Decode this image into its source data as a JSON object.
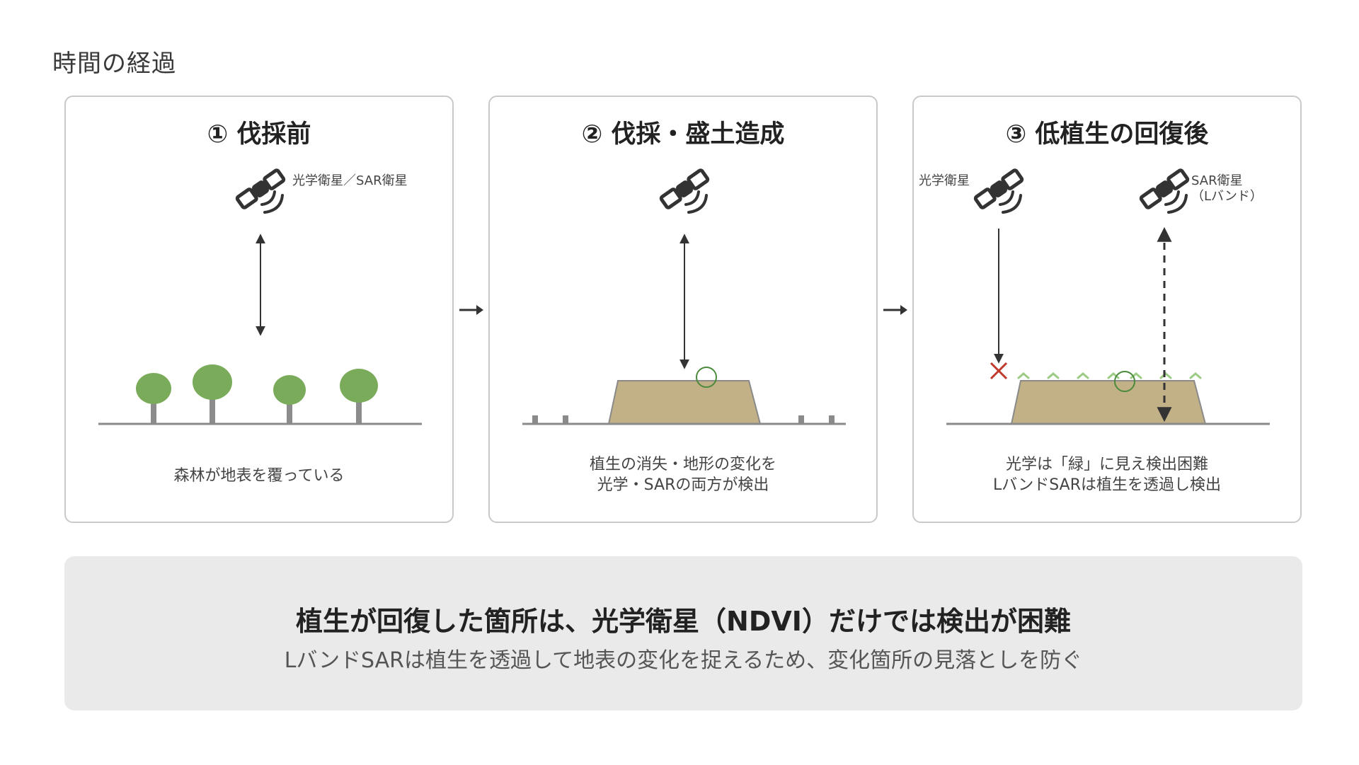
{
  "page_title": "時間の経過",
  "panels": [
    {
      "title": "① 伐採前",
      "satellite_label": "光学衛星／SAR衛星",
      "caption_lines": [
        "森林が地表を覆っている"
      ]
    },
    {
      "title": "② 伐採・盛土造成",
      "caption_lines": [
        "植生の消失・地形の変化を",
        "光学・SARの両方が検出"
      ]
    },
    {
      "title": "③ 低植生の回復後",
      "optical_label": "光学衛星",
      "sar_label_lines": [
        "SAR衛星",
        "（Lバンド）"
      ],
      "caption_lines": [
        "光学は「緑」に見え検出困難",
        "LバンドSARは植生を透過し検出"
      ]
    }
  ],
  "summary": {
    "headline": "植生が回復した箇所は、光学衛星（NDVI）だけでは検出が困難",
    "subtext": "LバンドSARは植生を透過して地表の変化を捉えるため、変化箇所の見落としを防ぐ"
  },
  "colors": {
    "tree_canopy": "#7aab5a",
    "trunk": "#8c8c8c",
    "ground": "#8a8a8a",
    "mound": "#c2b187",
    "grass": "#9ccc84",
    "circle_marker": "#4a8a3a",
    "cross_marker": "#c0392b",
    "summary_bg": "#eaeaea",
    "border": "#c9c9c9"
  },
  "icons": [
    "satellite-icon",
    "arrow-right-icon",
    "cross-icon",
    "circle-marker-icon"
  ]
}
